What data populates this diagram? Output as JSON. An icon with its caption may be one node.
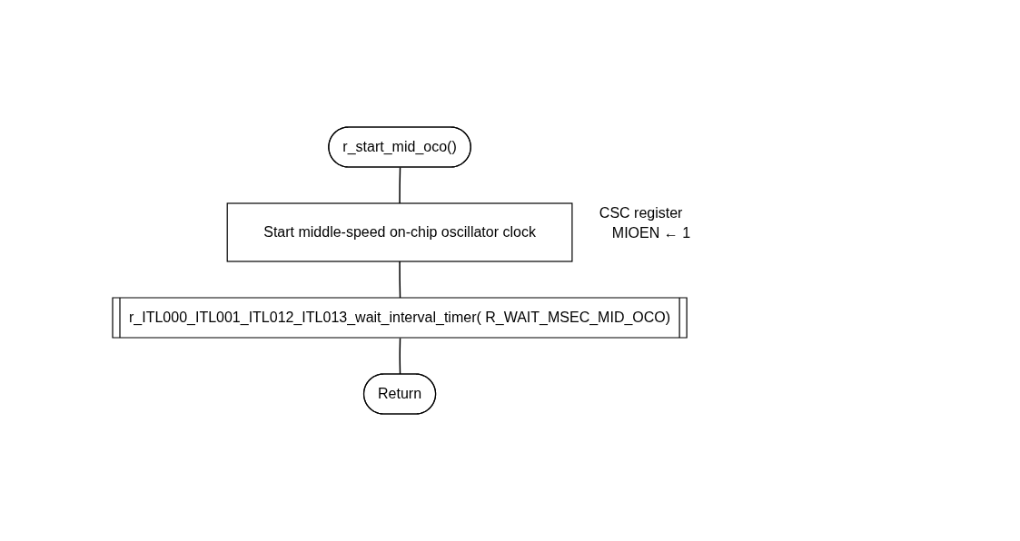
{
  "diagram": {
    "nodes": [
      {
        "text": [
          "r_start_mid_oco()"
        ]
      },
      {
        "text": [
          "Start middle-speed on-chip oscillator clock"
        ],
        "beside": [
          "CSC register",
          "MIOEN ← 1"
        ]
      },
      {
        "text": [
          "r_ITL000_ITL001_ITL012_ITL013_wait_interval_timer( R_WAIT_MSEC_MID_OCO)"
        ]
      },
      {
        "text": [
          "Return"
        ]
      }
    ],
    "edges": [
      {
        "from": 0,
        "to": 1,
        "arrow": "none"
      },
      {
        "from": 1,
        "to": 2,
        "arrow": "none"
      },
      {
        "from": 2,
        "to": 3,
        "arrow": "none"
      }
    ]
  }
}
